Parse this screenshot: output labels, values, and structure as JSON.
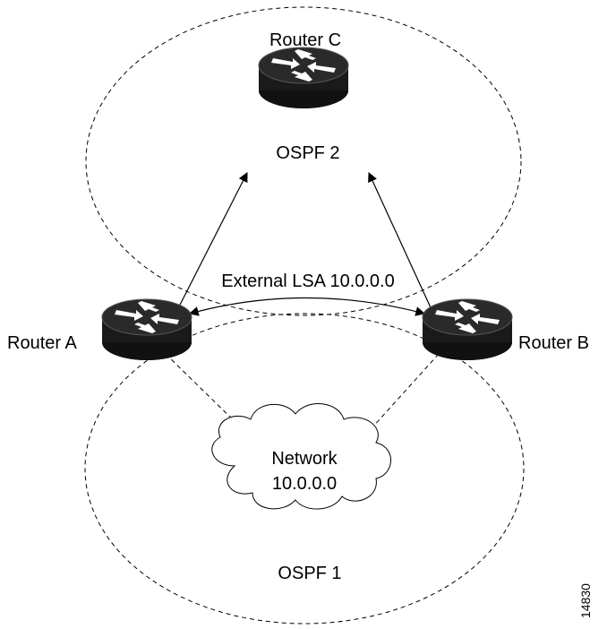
{
  "diagram": {
    "routers": {
      "router_c": "Router C",
      "router_a": "Router A",
      "router_b": "Router B"
    },
    "areas": {
      "ospf2": "OSPF 2",
      "ospf1": "OSPF 1"
    },
    "network": {
      "line1": "Network",
      "line2": "10.0.0.0"
    },
    "lsa_label": "External LSA 10.0.0.0",
    "figure_id": "14830"
  }
}
